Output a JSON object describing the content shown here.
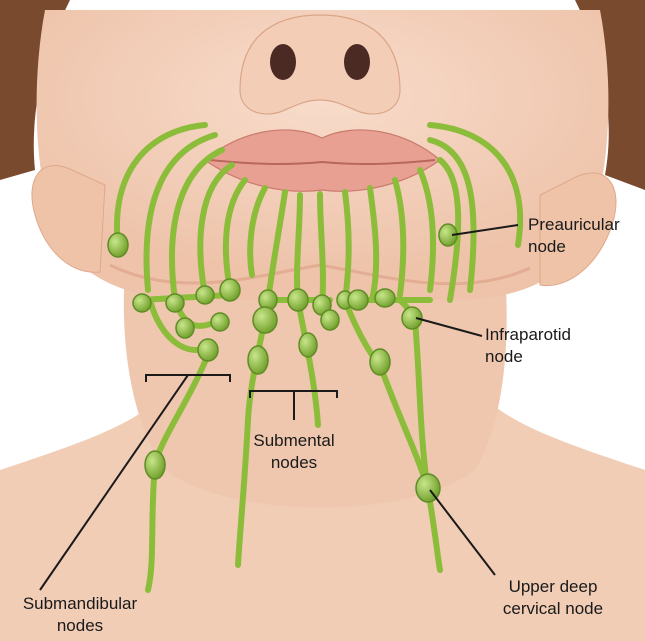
{
  "labels": {
    "preauricular": [
      "Preauricular",
      "node"
    ],
    "infraparotid": [
      "Infraparotid",
      "node"
    ],
    "submental": [
      "Submental",
      "nodes"
    ],
    "submandibular": [
      "Submandibular",
      "nodes"
    ],
    "upper_deep_cervical": [
      "Upper deep",
      "cervical node"
    ]
  },
  "colors": {
    "skin": "#f3d2bd",
    "skin_shadow": "#e5b7a0",
    "hair": "#7a4a2e",
    "lips": "#e8a092",
    "vessel": "#8cbd3a",
    "vessel_dark": "#5f8c24",
    "node": "#9ccc48",
    "leader": "#1a1a1a"
  }
}
